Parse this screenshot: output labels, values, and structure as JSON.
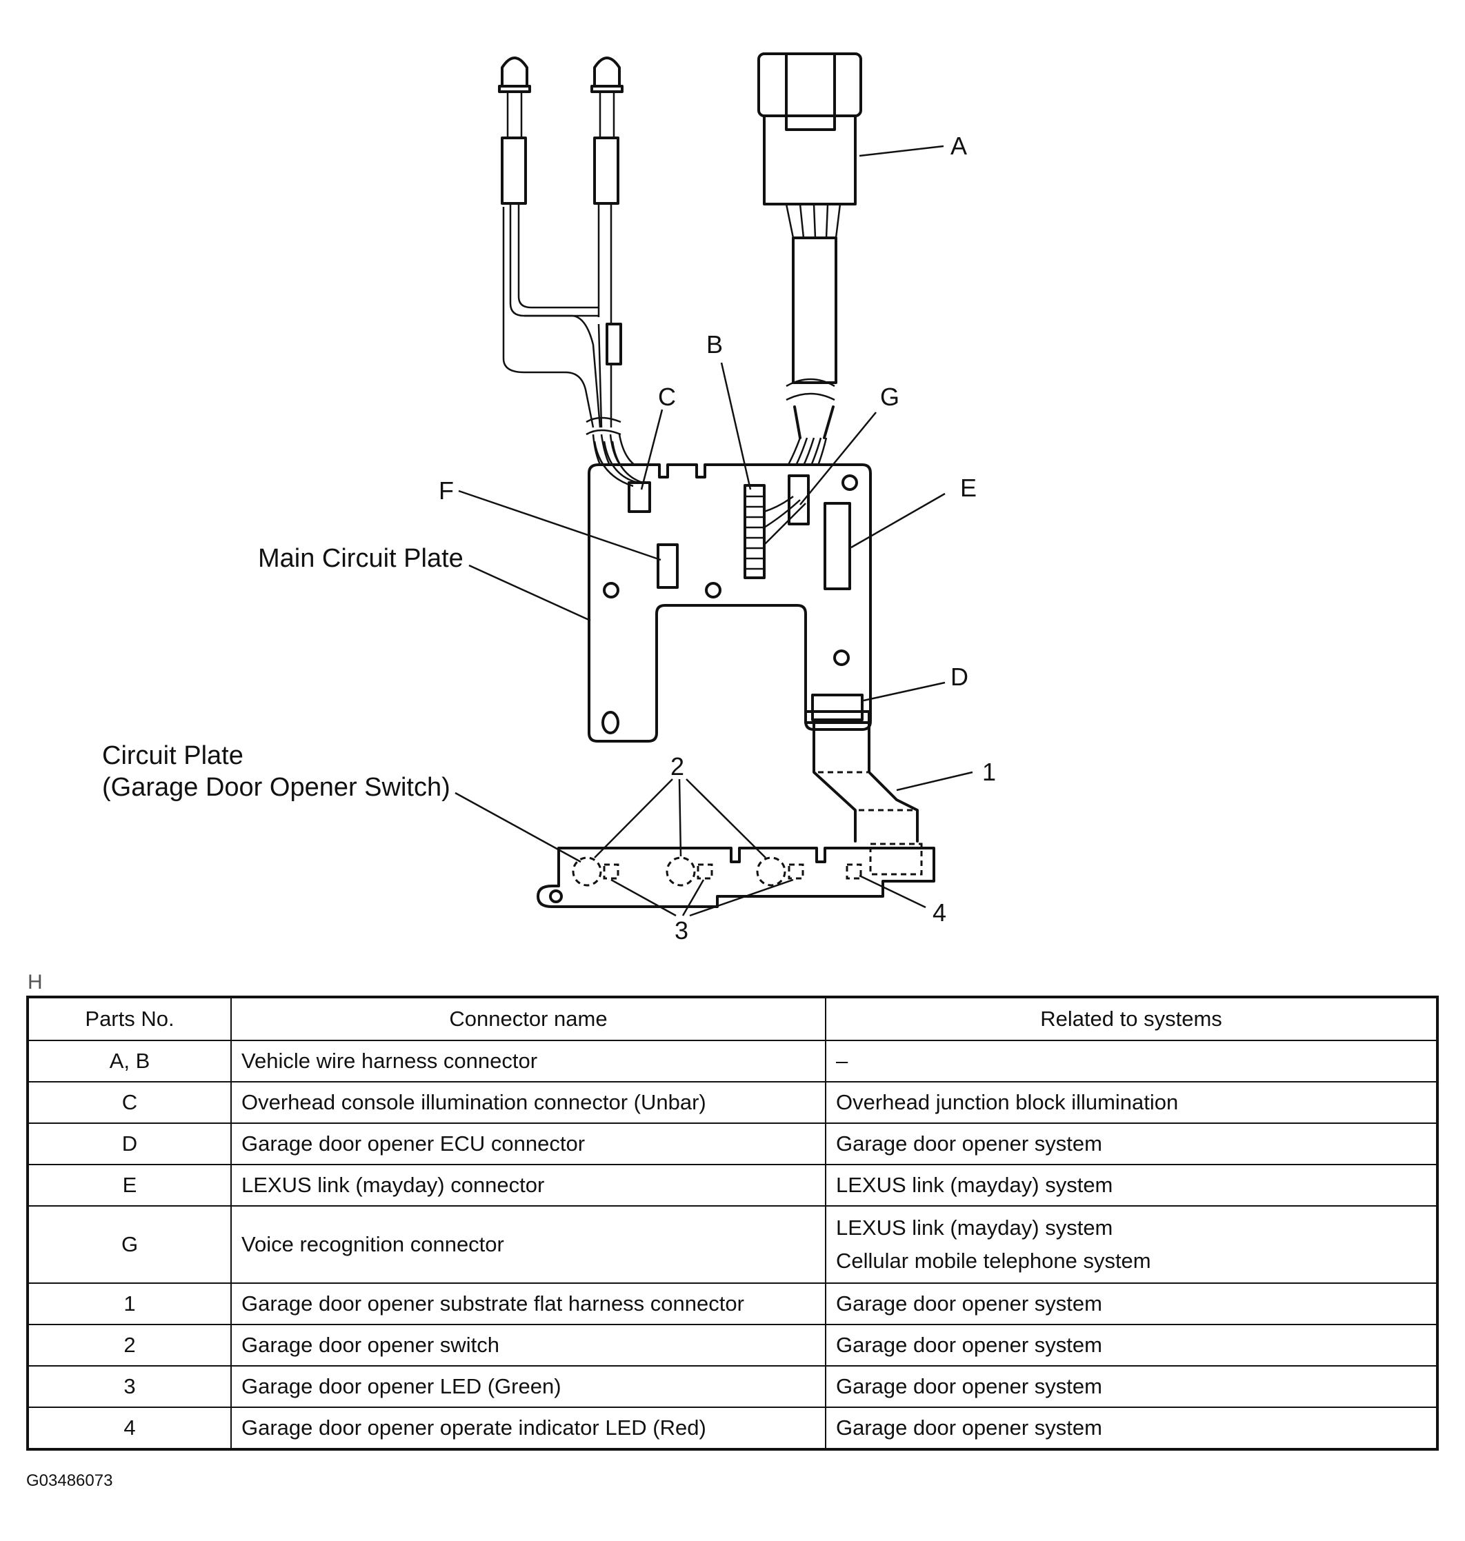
{
  "diagram": {
    "callouts": {
      "A": "A",
      "B": "B",
      "C": "C",
      "D": "D",
      "E": "E",
      "F": "F",
      "G": "G",
      "n1": "1",
      "n2": "2",
      "n3": "3",
      "n4": "4"
    },
    "main_plate_label": "Main Circuit Plate",
    "sub_plate_label_1": "Circuit Plate",
    "sub_plate_label_2": "(Garage Door Opener Switch)"
  },
  "table": {
    "marker": "H",
    "headers": [
      "Parts No.",
      "Connector name",
      "Related to systems"
    ],
    "rows": [
      {
        "part": "A, B",
        "name": "Vehicle wire harness connector",
        "systems": [
          "–"
        ]
      },
      {
        "part": "C",
        "name": "Overhead console illumination connector (Unbar)",
        "systems": [
          "Overhead junction block illumination"
        ]
      },
      {
        "part": "D",
        "name": "Garage door opener ECU connector",
        "systems": [
          "Garage door opener system"
        ]
      },
      {
        "part": "E",
        "name": "LEXUS link (mayday) connector",
        "systems": [
          "LEXUS link (mayday) system"
        ]
      },
      {
        "part": "G",
        "name": "Voice recognition connector",
        "systems": [
          "LEXUS link (mayday) system",
          "Cellular mobile telephone system"
        ]
      },
      {
        "part": "1",
        "name": "Garage door opener substrate flat harness connector",
        "systems": [
          "Garage door opener system"
        ]
      },
      {
        "part": "2",
        "name": "Garage door opener switch",
        "systems": [
          "Garage door opener system"
        ]
      },
      {
        "part": "3",
        "name": "Garage door opener LED (Green)",
        "systems": [
          "Garage door opener system"
        ]
      },
      {
        "part": "4",
        "name": "Garage door opener operate indicator LED (Red)",
        "systems": [
          "Garage door opener system"
        ]
      }
    ]
  },
  "figure_code": "G03486073"
}
